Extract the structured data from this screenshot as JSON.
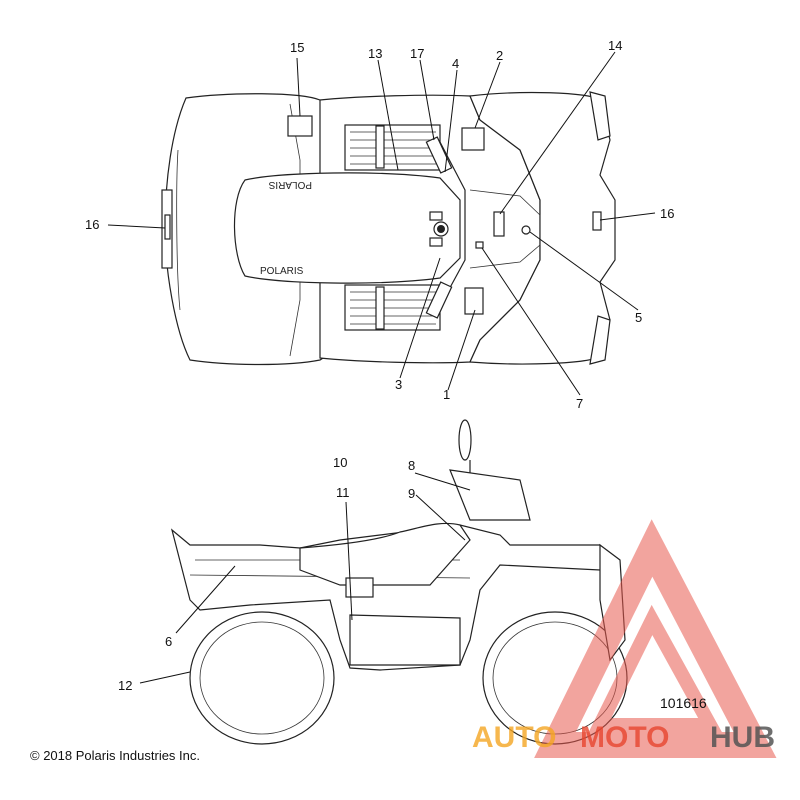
{
  "top_view": {
    "brand_front": "POLARIS",
    "brand_rear": "POLARIS"
  },
  "callouts": [
    {
      "n": "15"
    },
    {
      "n": "13"
    },
    {
      "n": "17"
    },
    {
      "n": "4"
    },
    {
      "n": "2"
    },
    {
      "n": "14"
    },
    {
      "n": "16"
    },
    {
      "n": "16"
    },
    {
      "n": "5"
    },
    {
      "n": "3"
    },
    {
      "n": "1"
    },
    {
      "n": "7"
    },
    {
      "n": "10"
    },
    {
      "n": "8"
    },
    {
      "n": "11"
    },
    {
      "n": "9"
    },
    {
      "n": "6"
    },
    {
      "n": "12"
    }
  ],
  "drawing_number": "101616",
  "copyright": "© 2018 Polaris Industries Inc.",
  "watermark": {
    "text_auto": "AUTO",
    "text_moto": "MOTO",
    "text_hub": "HUB",
    "color_triangle": "#e85a4f",
    "color_auto": "#f5a623",
    "color_moto": "#e8462f",
    "color_hub": "#555555"
  }
}
